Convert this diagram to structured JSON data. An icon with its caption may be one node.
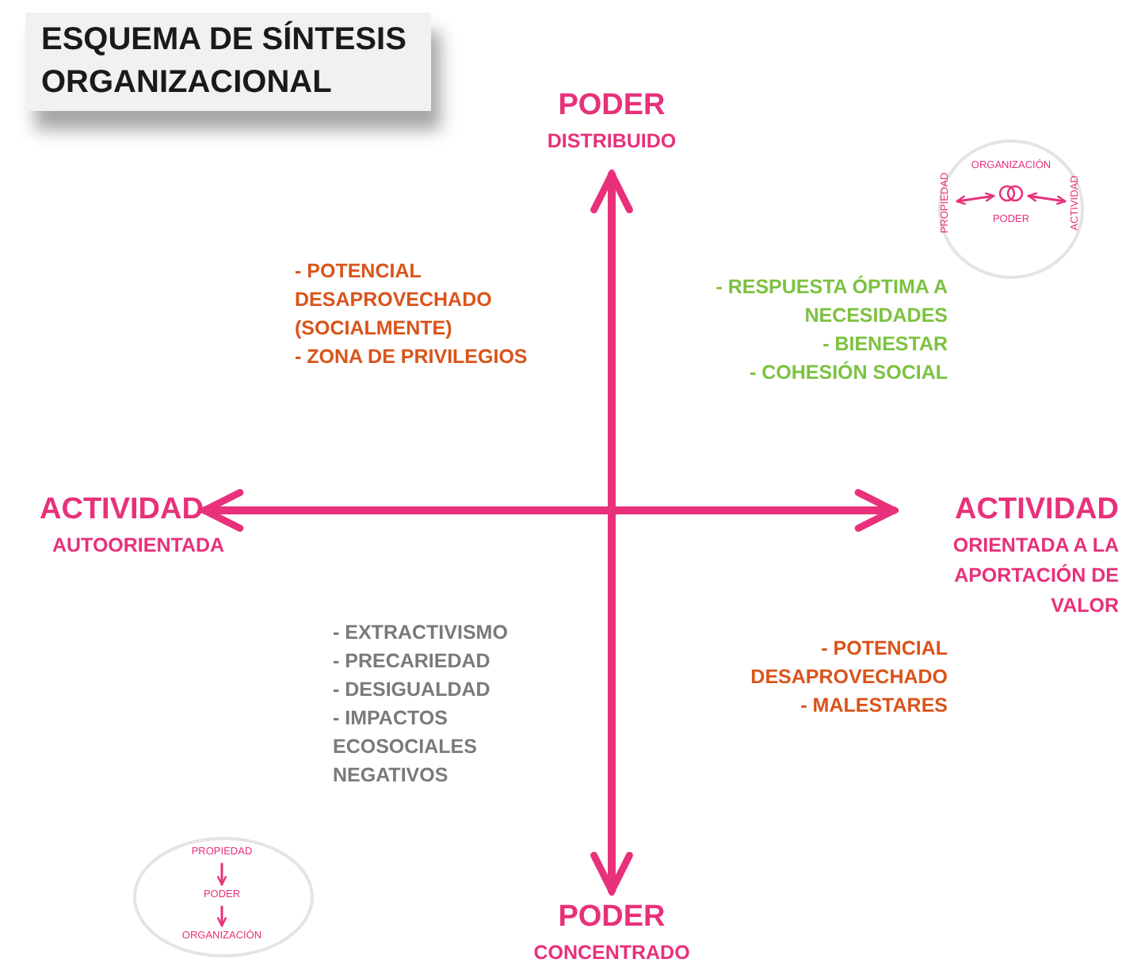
{
  "diagram": {
    "title": "ESQUEMA DE SÍNTESIS ORGANIZACIONAL",
    "nodes": [
      {
        "text": [
          "PODER",
          "DISTRIBUIDO"
        ]
      },
      {
        "text": [
          "PODER",
          "CONCENTRADO"
        ]
      },
      {
        "text": [
          "ACTIVIDAD",
          "AUTOORIENTADA"
        ]
      },
      {
        "text": [
          "ACTIVIDAD",
          "ORIENTADA A LA APORTACIÓN DE VALOR"
        ]
      },
      {
        "text": [],
        "shape": "circle"
      },
      {
        "text": [
          "PROPIEDAD"
        ],
        "in": 4
      },
      {
        "text": [
          "ORGANIZACIÓN"
        ],
        "in": 4
      },
      {
        "text": [],
        "shape": "rings",
        "in": 4
      },
      {
        "text": [
          "PODER"
        ],
        "in": 4
      },
      {
        "text": [
          "ACTIVIDAD"
        ],
        "in": 4
      },
      {
        "text": [],
        "shape": "circle"
      },
      {
        "text": [
          "PROPIEDAD"
        ],
        "in": 10
      },
      {
        "text": [
          "PODER"
        ],
        "in": 10
      },
      {
        "text": [
          "ORGANIZACIÓN"
        ],
        "in": 10
      }
    ],
    "edges": [
      {
        "from": 0,
        "to": 1,
        "arrow": "both",
        "style": "thick"
      },
      {
        "from": 2,
        "to": 3,
        "arrow": "both",
        "style": "thick"
      },
      {
        "from": 5,
        "to": 7,
        "arrow": "both"
      },
      {
        "from": 7,
        "to": 9,
        "arrow": "both"
      },
      {
        "from": 11,
        "to": 12,
        "arrow": "to"
      },
      {
        "from": 12,
        "to": 13,
        "arrow": "to"
      }
    ],
    "labels": [
      "- POTENCIAL DESAPROVECHADO (SOCIALMENTE)",
      "- ZONA DE PRIVILEGIOS",
      "- RESPUESTA ÓPTIMA A NECESIDADES",
      "- BIENESTAR",
      "- COHESIÓN SOCIAL",
      "- EXTRACTIVISMO",
      "- PRECARIEDAD",
      "- DESIGUALDAD",
      "- IMPACTOS ECOSOCIALES NEGATIVOS",
      "- POTENCIAL DESAPROVECHADO",
      "- MALESTARES"
    ]
  }
}
